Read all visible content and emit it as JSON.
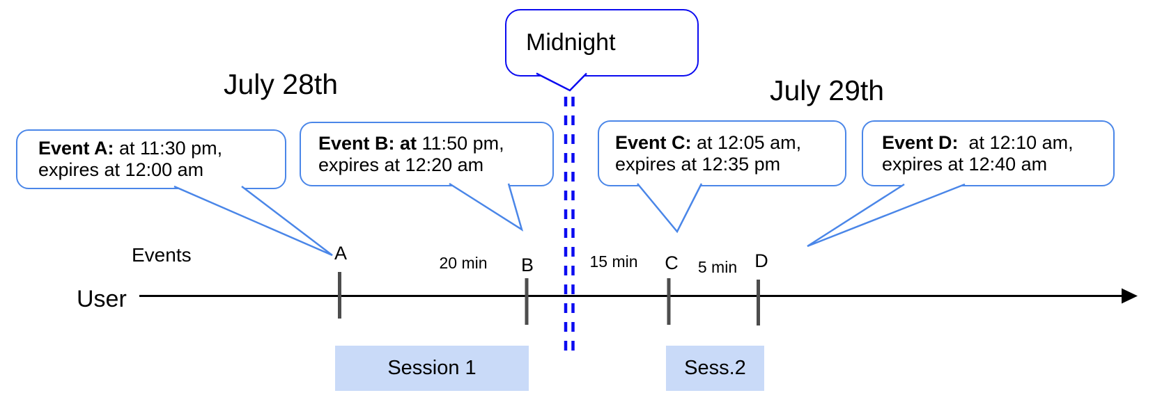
{
  "colors": {
    "event_bubble_border": "#4a86e8",
    "midnight_border": "#0b0bf0",
    "dashed_midnight_line": "#0b0bf0",
    "session_fill": "#c9daf8",
    "tick": "#4d4d4d",
    "timeline": "#000000"
  },
  "dates": {
    "left": "July 28th",
    "right": "July 29th"
  },
  "midnight": {
    "label": "Midnight"
  },
  "axis": {
    "events_label": "Events",
    "user_label": "User"
  },
  "events": [
    {
      "letter": "A",
      "bold": "Event A:",
      "rest": " at 11:30 pm,",
      "line2": "expires at 12:00 am"
    },
    {
      "letter": "B",
      "bold": "Event B: at",
      "rest": " 11:50 pm,",
      "line2": "expires at 12:20 am"
    },
    {
      "letter": "C",
      "bold": "Event C:",
      "rest": " at 12:05 am,",
      "line2": "expires at 12:35 pm"
    },
    {
      "letter": "D",
      "bold": "Event D:",
      "rest": "  at 12:10 am,",
      "line2": "expires at 12:40 am"
    }
  ],
  "intervals": [
    {
      "label": "20 min"
    },
    {
      "label": "15 min"
    },
    {
      "label": "5 min"
    }
  ],
  "sessions": [
    {
      "label": "Session 1"
    },
    {
      "label": "Sess.2"
    }
  ]
}
